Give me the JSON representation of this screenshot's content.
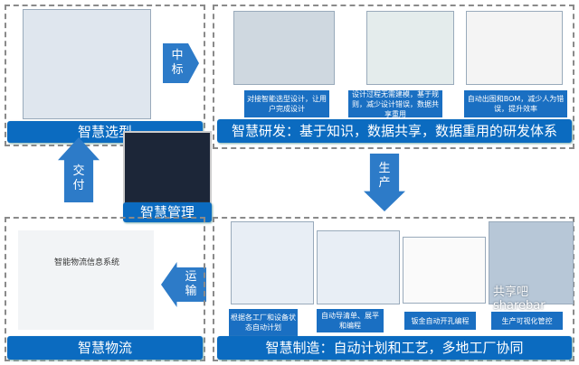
{
  "selection": {
    "title": "智慧选型"
  },
  "rnd": {
    "title": "智慧研发：基于知识，数据共享，数据重用的研发体系",
    "notes": [
      "对接智能选型设计，让用户完成设计",
      "设计过程无需建模，基于规则，减少设计错误，数据共享重用",
      "自动出图和BOM，减少人为错误，提升效率"
    ]
  },
  "management": {
    "title": "智慧管理"
  },
  "logistics": {
    "title": "智慧物流",
    "system_label": "智能物流信息系统"
  },
  "manufacturing": {
    "title": "智慧制造：自动计划和工艺，多地工厂协同",
    "notes": [
      "根据各工厂和设备状态自动计划",
      "自动导清单、展平和编程",
      "钣金自动开孔编程",
      "生产可视化管控"
    ]
  },
  "arrows": {
    "bid": "中标",
    "produce": "生产",
    "deliver": "交付",
    "transport": "运输"
  },
  "watermark": "共享吧sharebar"
}
